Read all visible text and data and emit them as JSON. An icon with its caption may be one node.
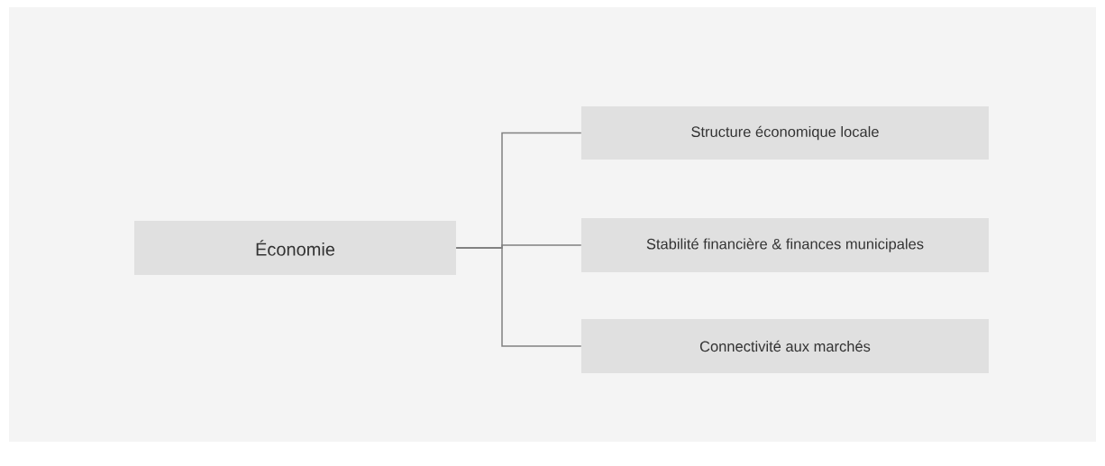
{
  "diagram": {
    "nodes": [
      {
        "text": [
          "Économie"
        ]
      },
      {
        "text": [
          "Structure économique locale"
        ]
      },
      {
        "text": [
          "Stabilité financière & finances municipales"
        ]
      },
      {
        "text": [
          "Connectivité aux marchés"
        ]
      }
    ],
    "edges": [
      {
        "from": 0,
        "to": 1,
        "arrow": "none"
      },
      {
        "from": 0,
        "to": 2,
        "arrow": "none"
      },
      {
        "from": 0,
        "to": 3,
        "arrow": "none"
      }
    ]
  }
}
